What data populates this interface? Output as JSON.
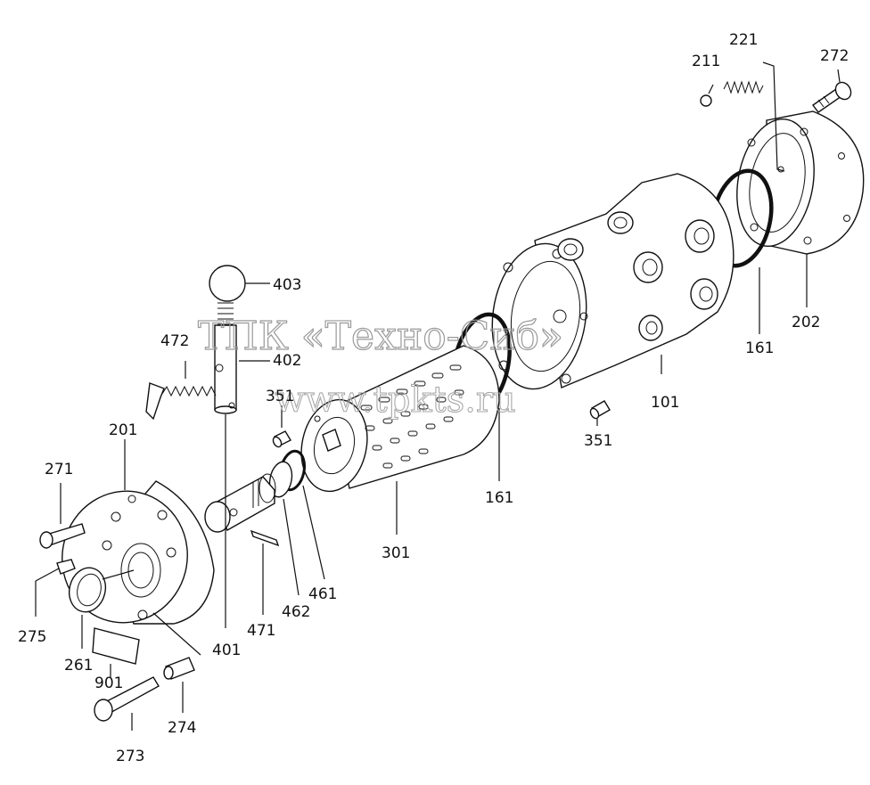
{
  "watermark": {
    "line1": "ТПК «Техно-Сиб»",
    "line2": "www.tpkts.ru"
  },
  "labels": {
    "p101": "101",
    "p161a": "161",
    "p161b": "161",
    "p201": "201",
    "p202": "202",
    "p211": "211",
    "p221": "221",
    "p261": "261",
    "p271": "271",
    "p272": "272",
    "p273": "273",
    "p274": "274",
    "p275": "275",
    "p301": "301",
    "p351a": "351",
    "p351b": "351",
    "p401": "401",
    "p402": "402",
    "p403": "403",
    "p461": "461",
    "p462": "462",
    "p471": "471",
    "p472": "472",
    "p901": "901"
  }
}
